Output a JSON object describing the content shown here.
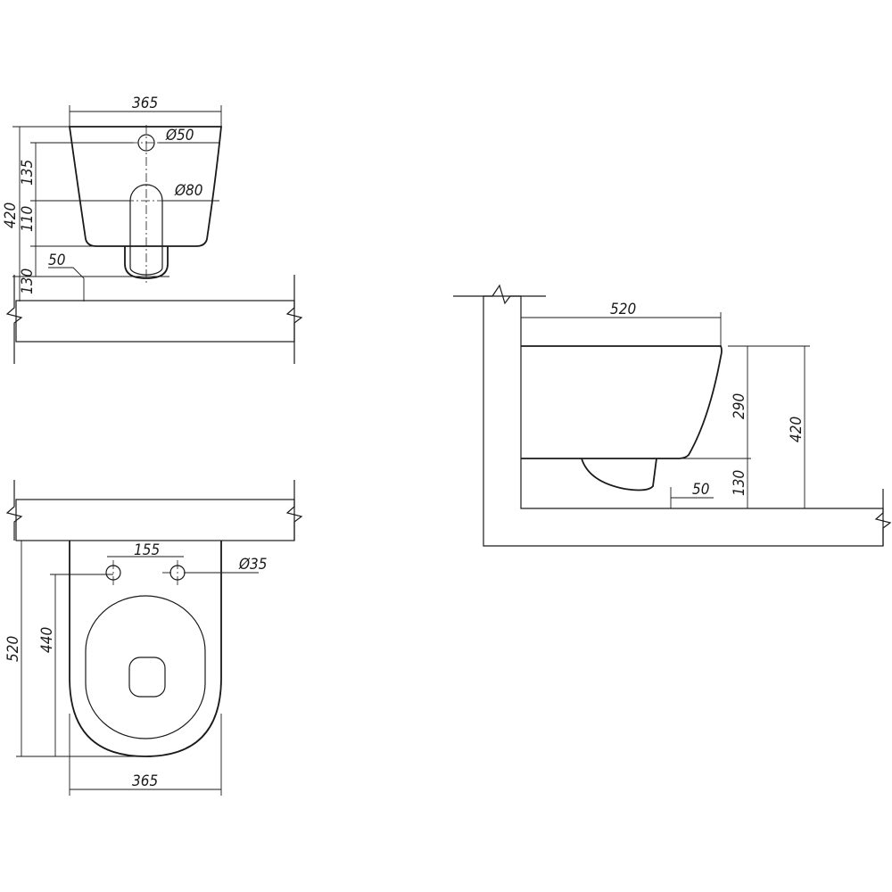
{
  "front_view": {
    "width_top": "365",
    "dia_upper": "Ø50",
    "dia_lower": "Ø80",
    "dim_135": "135",
    "dim_110": "110",
    "dim_420": "420",
    "dim_130": "130",
    "dim_50": "50"
  },
  "top_view": {
    "hole_spacing": "155",
    "hole_dia": "Ø35",
    "depth_total": "520",
    "depth_bowl": "440",
    "width_bottom": "365"
  },
  "side_view": {
    "length": "520",
    "height_body": "290",
    "height_total": "420",
    "floor_gap": "130",
    "outlet_offset": "50"
  }
}
